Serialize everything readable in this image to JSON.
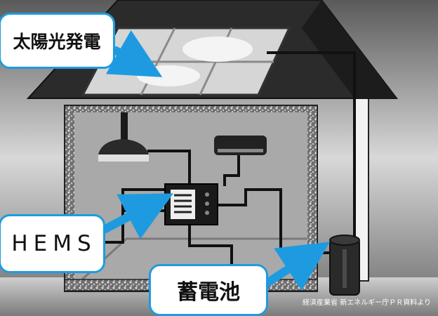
{
  "callouts": {
    "solar": "太陽光発電",
    "hems": "HEMS",
    "battery": "蓄電池"
  },
  "source_note": "経済産業省 新エネルギー庁ＰＲ資料より",
  "colors": {
    "callout_border": "#1e9be0",
    "arrow": "#1e9be0",
    "roof": "#2a2a2a",
    "wall_interior": "#a8a8a8",
    "wiring": "#111111"
  }
}
